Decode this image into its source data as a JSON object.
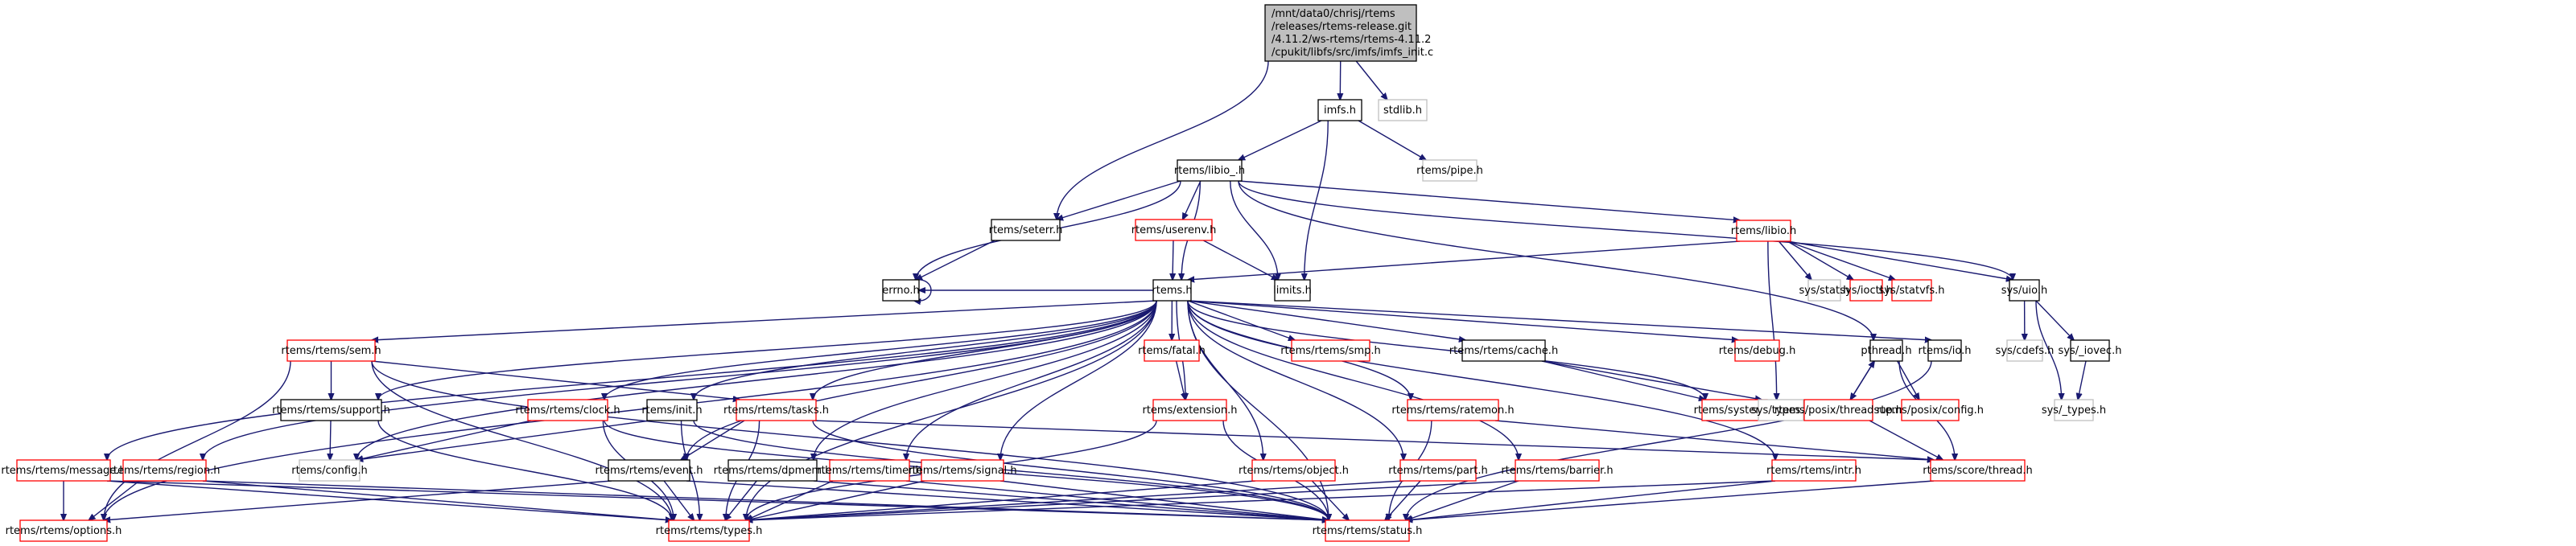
{
  "diagram": {
    "type": "include-dependency-graph",
    "colors": {
      "edge": "#191970",
      "root_fill": "#bfbfbf",
      "documented_border": "#000000",
      "truncated_border": "#ff0000",
      "external_border": "#bfbfbf"
    },
    "nodes": [
      {
        "id": "root",
        "label": "/mnt/data0/chrisj/rtems\n/releases/rtems-release.git\n/4.11.2/ws-rtems/rtems-4.11.2\n/cpukit/libfs/src/imfs/imfs_init.c",
        "style": "root"
      },
      {
        "id": "imfs_h",
        "label": "imfs.h",
        "style": "normal"
      },
      {
        "id": "stdlib_h",
        "label": "stdlib.h",
        "style": "external"
      },
      {
        "id": "rtems_pipe_h",
        "label": "rtems/pipe.h",
        "style": "external"
      },
      {
        "id": "rtems_libio__h",
        "label": "rtems/libio_.h",
        "style": "normal"
      },
      {
        "id": "rtems_seterr_h",
        "label": "rtems/seterr.h",
        "style": "normal"
      },
      {
        "id": "rtems_userenv_h",
        "label": "rtems/userenv.h",
        "style": "truncated"
      },
      {
        "id": "rtems_libio_h",
        "label": "rtems/libio.h",
        "style": "truncated"
      },
      {
        "id": "errno_h",
        "label": "errno.h",
        "style": "normal"
      },
      {
        "id": "rtems_h",
        "label": "rtems.h",
        "style": "normal"
      },
      {
        "id": "limits_h",
        "label": "limits.h",
        "style": "normal"
      },
      {
        "id": "sys_stat_h",
        "label": "sys/stat.h",
        "style": "external"
      },
      {
        "id": "sys_ioctl_h",
        "label": "sys/ioctl.h",
        "style": "truncated"
      },
      {
        "id": "sys_statvfs_h",
        "label": "sys/statvfs.h",
        "style": "truncated"
      },
      {
        "id": "sys_uio_h",
        "label": "sys/uio.h",
        "style": "normal"
      },
      {
        "id": "rtems_rtems_sem_h",
        "label": "rtems/rtems/sem.h",
        "style": "truncated"
      },
      {
        "id": "rtems_fatal_h",
        "label": "rtems/fatal.h",
        "style": "truncated"
      },
      {
        "id": "rtems_rtems_smp_h",
        "label": "rtems/rtems/smp.h",
        "style": "truncated"
      },
      {
        "id": "rtems_rtems_cache_h",
        "label": "rtems/rtems/cache.h",
        "style": "normal"
      },
      {
        "id": "rtems_debug_h",
        "label": "rtems/debug.h",
        "style": "truncated"
      },
      {
        "id": "pthread_h",
        "label": "pthread.h",
        "style": "normal"
      },
      {
        "id": "rtems_io_h",
        "label": "rtems/io.h",
        "style": "normal"
      },
      {
        "id": "sys_cdefs_h",
        "label": "sys/cdefs.h",
        "style": "external"
      },
      {
        "id": "sys__iovec_h",
        "label": "sys/_iovec.h",
        "style": "normal"
      },
      {
        "id": "rtems_rtems_support_h",
        "label": "rtems/rtems/support.h",
        "style": "normal"
      },
      {
        "id": "rtems_rtems_clock_h",
        "label": "rtems/rtems/clock.h",
        "style": "truncated"
      },
      {
        "id": "rtems_init_h",
        "label": "rtems/init.h",
        "style": "normal"
      },
      {
        "id": "rtems_rtems_tasks_h",
        "label": "rtems/rtems/tasks.h",
        "style": "truncated"
      },
      {
        "id": "rtems_extension_h",
        "label": "rtems/extension.h",
        "style": "truncated"
      },
      {
        "id": "rtems_rtems_ratemon_h",
        "label": "rtems/rtems/ratemon.h",
        "style": "truncated"
      },
      {
        "id": "rtems_system_h",
        "label": "rtems/system.h",
        "style": "truncated"
      },
      {
        "id": "sys_types_h",
        "label": "sys/types.h",
        "style": "external"
      },
      {
        "id": "rtems_posix_threadsup_h",
        "label": "rtems/posix/threadsup.h",
        "style": "truncated"
      },
      {
        "id": "rtems_posix_config_h",
        "label": "rtems/posix/config.h",
        "style": "truncated"
      },
      {
        "id": "sys__types_h",
        "label": "sys/_types.h",
        "style": "external"
      },
      {
        "id": "rtems_config_h",
        "label": "rtems/config.h",
        "style": "external"
      },
      {
        "id": "rtems_rtems_message_h",
        "label": "rtems/rtems/message.h",
        "style": "truncated"
      },
      {
        "id": "rtems_rtems_region_h",
        "label": "rtems/rtems/region.h",
        "style": "truncated"
      },
      {
        "id": "rtems_rtems_event_h",
        "label": "rtems/rtems/event.h",
        "style": "normal"
      },
      {
        "id": "rtems_rtems_dpmem_h",
        "label": "rtems/rtems/dpmem.h",
        "style": "normal"
      },
      {
        "id": "rtems_rtems_timer_h",
        "label": "rtems/rtems/timer.h",
        "style": "truncated"
      },
      {
        "id": "rtems_rtems_signal_h",
        "label": "rtems/rtems/signal.h",
        "style": "truncated"
      },
      {
        "id": "rtems_rtems_object_h",
        "label": "rtems/rtems/object.h",
        "style": "truncated"
      },
      {
        "id": "rtems_rtems_part_h",
        "label": "rtems/rtems/part.h",
        "style": "truncated"
      },
      {
        "id": "rtems_rtems_barrier_h",
        "label": "rtems/rtems/barrier.h",
        "style": "truncated"
      },
      {
        "id": "rtems_rtems_intr_h",
        "label": "rtems/rtems/intr.h",
        "style": "truncated"
      },
      {
        "id": "rtems_score_thread_h",
        "label": "rtems/score/thread.h",
        "style": "truncated"
      },
      {
        "id": "rtems_rtems_options_h",
        "label": "rtems/rtems/options.h",
        "style": "truncated"
      },
      {
        "id": "rtems_rtems_types_h",
        "label": "rtems/rtems/types.h",
        "style": "truncated"
      },
      {
        "id": "rtems_rtems_status_h",
        "label": "rtems/rtems/status.h",
        "style": "truncated"
      }
    ],
    "edges": [
      [
        "root",
        "imfs_h"
      ],
      [
        "root",
        "stdlib_h"
      ],
      [
        "root",
        "rtems_seterr_h"
      ],
      [
        "imfs_h",
        "rtems_pipe_h"
      ],
      [
        "imfs_h",
        "rtems_libio__h"
      ],
      [
        "imfs_h",
        "limits_h"
      ],
      [
        "rtems_libio__h",
        "rtems_seterr_h"
      ],
      [
        "rtems_libio__h",
        "rtems_userenv_h"
      ],
      [
        "rtems_libio__h",
        "rtems_libio_h"
      ],
      [
        "rtems_libio__h",
        "errno_h"
      ],
      [
        "rtems_libio__h",
        "rtems_h"
      ],
      [
        "rtems_libio__h",
        "limits_h"
      ],
      [
        "rtems_libio__h",
        "sys_uio_h"
      ],
      [
        "rtems_libio__h",
        "pthread_h"
      ],
      [
        "rtems_seterr_h",
        "errno_h"
      ],
      [
        "errno_h",
        "errno_h"
      ],
      [
        "rtems_userenv_h",
        "rtems_h"
      ],
      [
        "rtems_userenv_h",
        "limits_h"
      ],
      [
        "rtems_libio_h",
        "rtems_h"
      ],
      [
        "rtems_libio_h",
        "sys_stat_h"
      ],
      [
        "rtems_libio_h",
        "sys_ioctl_h"
      ],
      [
        "rtems_libio_h",
        "sys_statvfs_h"
      ],
      [
        "rtems_libio_h",
        "sys_uio_h"
      ],
      [
        "rtems_libio_h",
        "sys_types_h"
      ],
      [
        "sys_uio_h",
        "sys_cdefs_h"
      ],
      [
        "sys_uio_h",
        "sys__iovec_h"
      ],
      [
        "sys_uio_h",
        "sys__types_h"
      ],
      [
        "sys__iovec_h",
        "sys__types_h"
      ],
      [
        "rtems_h",
        "errno_h"
      ],
      [
        "rtems_h",
        "rtems_rtems_sem_h"
      ],
      [
        "rtems_h",
        "rtems_fatal_h"
      ],
      [
        "rtems_h",
        "rtems_rtems_smp_h"
      ],
      [
        "rtems_h",
        "rtems_rtems_cache_h"
      ],
      [
        "rtems_h",
        "rtems_debug_h"
      ],
      [
        "rtems_h",
        "rtems_io_h"
      ],
      [
        "rtems_h",
        "rtems_rtems_support_h"
      ],
      [
        "rtems_h",
        "rtems_rtems_clock_h"
      ],
      [
        "rtems_h",
        "rtems_init_h"
      ],
      [
        "rtems_h",
        "rtems_rtems_tasks_h"
      ],
      [
        "rtems_h",
        "rtems_extension_h"
      ],
      [
        "rtems_h",
        "rtems_rtems_ratemon_h"
      ],
      [
        "rtems_h",
        "rtems_system_h"
      ],
      [
        "rtems_h",
        "rtems_config_h"
      ],
      [
        "rtems_h",
        "rtems_rtems_message_h"
      ],
      [
        "rtems_h",
        "rtems_rtems_region_h"
      ],
      [
        "rtems_h",
        "rtems_rtems_event_h"
      ],
      [
        "rtems_h",
        "rtems_rtems_dpmem_h"
      ],
      [
        "rtems_h",
        "rtems_rtems_timer_h"
      ],
      [
        "rtems_h",
        "rtems_rtems_signal_h"
      ],
      [
        "rtems_h",
        "rtems_rtems_object_h"
      ],
      [
        "rtems_h",
        "rtems_rtems_part_h"
      ],
      [
        "rtems_h",
        "rtems_rtems_barrier_h"
      ],
      [
        "rtems_h",
        "rtems_rtems_intr_h"
      ],
      [
        "rtems_h",
        "rtems_rtems_options_h"
      ],
      [
        "rtems_h",
        "rtems_rtems_types_h"
      ],
      [
        "rtems_h",
        "rtems_rtems_status_h"
      ],
      [
        "rtems_rtems_sem_h",
        "rtems_rtems_support_h"
      ],
      [
        "rtems_rtems_sem_h",
        "rtems_rtems_tasks_h"
      ],
      [
        "rtems_rtems_sem_h",
        "rtems_rtems_options_h"
      ],
      [
        "rtems_rtems_sem_h",
        "rtems_rtems_types_h"
      ],
      [
        "rtems_rtems_sem_h",
        "rtems_rtems_status_h"
      ],
      [
        "rtems_fatal_h",
        "rtems_extension_h"
      ],
      [
        "rtems_rtems_cache_h",
        "rtems_system_h"
      ],
      [
        "rtems_rtems_cache_h",
        "sys_types_h"
      ],
      [
        "pthread_h",
        "rtems_posix_threadsup_h"
      ],
      [
        "pthread_h",
        "rtems_posix_config_h"
      ],
      [
        "pthread_h",
        "rtems_score_thread_h"
      ],
      [
        "rtems_posix_threadsup_h",
        "pthread_h"
      ],
      [
        "rtems_posix_threadsup_h",
        "rtems_score_thread_h"
      ],
      [
        "rtems_io_h",
        "rtems_rtems_status_h"
      ],
      [
        "rtems_rtems_support_h",
        "rtems_config_h"
      ],
      [
        "rtems_rtems_support_h",
        "rtems_rtems_types_h"
      ],
      [
        "rtems_rtems_clock_h",
        "rtems_config_h"
      ],
      [
        "rtems_rtems_clock_h",
        "rtems_rtems_types_h"
      ],
      [
        "rtems_rtems_clock_h",
        "rtems_rtems_status_h"
      ],
      [
        "rtems_init_h",
        "rtems_config_h"
      ],
      [
        "rtems_init_h",
        "rtems_rtems_types_h"
      ],
      [
        "rtems_init_h",
        "rtems_rtems_status_h"
      ],
      [
        "rtems_rtems_tasks_h",
        "rtems_rtems_event_h"
      ],
      [
        "rtems_rtems_tasks_h",
        "rtems_rtems_types_h"
      ],
      [
        "rtems_rtems_tasks_h",
        "rtems_rtems_status_h"
      ],
      [
        "rtems_rtems_tasks_h",
        "rtems_score_thread_h"
      ],
      [
        "rtems_extension_h",
        "rtems_rtems_types_h"
      ],
      [
        "rtems_extension_h",
        "rtems_rtems_status_h"
      ],
      [
        "rtems_rtems_ratemon_h",
        "rtems_score_thread_h"
      ],
      [
        "rtems_rtems_ratemon_h",
        "rtems_rtems_status_h"
      ],
      [
        "rtems_rtems_message_h",
        "rtems_rtems_options_h"
      ],
      [
        "rtems_rtems_message_h",
        "rtems_rtems_types_h"
      ],
      [
        "rtems_rtems_message_h",
        "rtems_rtems_status_h"
      ],
      [
        "rtems_rtems_region_h",
        "rtems_rtems_options_h"
      ],
      [
        "rtems_rtems_region_h",
        "rtems_rtems_types_h"
      ],
      [
        "rtems_rtems_region_h",
        "rtems_rtems_status_h"
      ],
      [
        "rtems_rtems_event_h",
        "rtems_rtems_options_h"
      ],
      [
        "rtems_rtems_event_h",
        "rtems_rtems_types_h"
      ],
      [
        "rtems_rtems_event_h",
        "rtems_rtems_status_h"
      ],
      [
        "rtems_rtems_dpmem_h",
        "rtems_rtems_types_h"
      ],
      [
        "rtems_rtems_dpmem_h",
        "rtems_rtems_status_h"
      ],
      [
        "rtems_rtems_timer_h",
        "rtems_rtems_types_h"
      ],
      [
        "rtems_rtems_timer_h",
        "rtems_rtems_status_h"
      ],
      [
        "rtems_rtems_signal_h",
        "rtems_rtems_types_h"
      ],
      [
        "rtems_rtems_signal_h",
        "rtems_rtems_status_h"
      ],
      [
        "rtems_rtems_object_h",
        "rtems_rtems_types_h"
      ],
      [
        "rtems_rtems_object_h",
        "rtems_rtems_status_h"
      ],
      [
        "rtems_rtems_part_h",
        "rtems_rtems_types_h"
      ],
      [
        "rtems_rtems_part_h",
        "rtems_rtems_status_h"
      ],
      [
        "rtems_rtems_barrier_h",
        "rtems_rtems_types_h"
      ],
      [
        "rtems_rtems_barrier_h",
        "rtems_rtems_status_h"
      ],
      [
        "rtems_rtems_intr_h",
        "rtems_rtems_types_h"
      ],
      [
        "rtems_rtems_intr_h",
        "rtems_rtems_status_h"
      ],
      [
        "rtems_score_thread_h",
        "rtems_rtems_status_h"
      ]
    ]
  }
}
